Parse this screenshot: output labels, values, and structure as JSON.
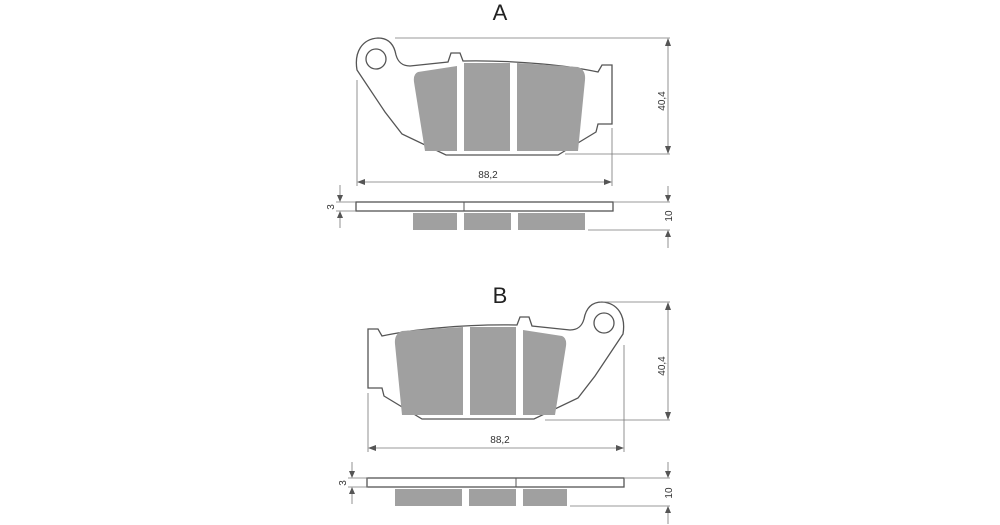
{
  "views": [
    {
      "label": "A",
      "height_dim": "40,4",
      "width_dim": "88,2",
      "plate_thickness_dim": "3",
      "total_thickness_dim": "10"
    },
    {
      "label": "B",
      "height_dim": "40,4",
      "width_dim": "88,2",
      "plate_thickness_dim": "3",
      "total_thickness_dim": "10"
    }
  ],
  "colors": {
    "friction_material": "#a0a0a0",
    "outline": "#555555"
  }
}
